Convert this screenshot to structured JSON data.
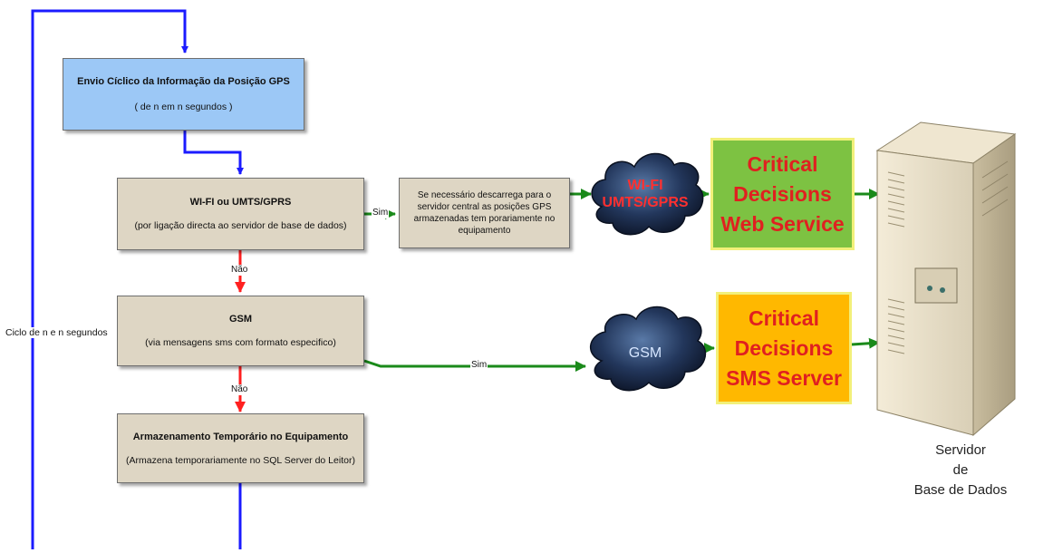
{
  "colors": {
    "loop_line": "#1b1bff",
    "no_arrow": "#ff2020",
    "yes_arrow": "#1a8a1a",
    "box_tan": "#ded6c4",
    "box_blue": "#9cc8f6",
    "web_service_bg": "#7dc242",
    "sms_server_bg": "#ffb800",
    "critical_text": "#e02020",
    "cloud_fill": "#1d2e50"
  },
  "boxes": {
    "gps": {
      "title": "Envio Cíclico  da Informação da Posição GPS",
      "subtitle": "( de n em n segundos )"
    },
    "wifi": {
      "title": "WI-FI ou UMTS/GPRS",
      "subtitle": "(por ligação directa ao servidor de base de dados)"
    },
    "gsm": {
      "title": "GSM",
      "subtitle": "(via mensagens sms com formato especifico)"
    },
    "storage": {
      "title": "Armazenamento Temporário no Equipamento",
      "subtitle": "(Armazena temporariamente no SQL Server do Leitor)"
    },
    "download": {
      "text": "Se necessário descarrega para o servidor central as posições GPS armazenadas tem porariamente no equipamento"
    }
  },
  "labels": {
    "loop": "Ciclo de n e n segundos",
    "no_1": "Não",
    "no_2": "Não",
    "yes_1": "Sim",
    "yes_2": "Sim"
  },
  "clouds": {
    "wifi_line1": "WI-FI",
    "wifi_line2": "UMTS/GPRS",
    "gsm": "GSM"
  },
  "services": {
    "web": {
      "line1": "Critical",
      "line2": "Decisions",
      "line3": "Web Service"
    },
    "sms": {
      "line1": "Critical",
      "line2": "Decisions",
      "line3": "SMS Server"
    }
  },
  "server": {
    "line1": "Servidor",
    "line2": "de",
    "line3": "Base de Dados"
  }
}
